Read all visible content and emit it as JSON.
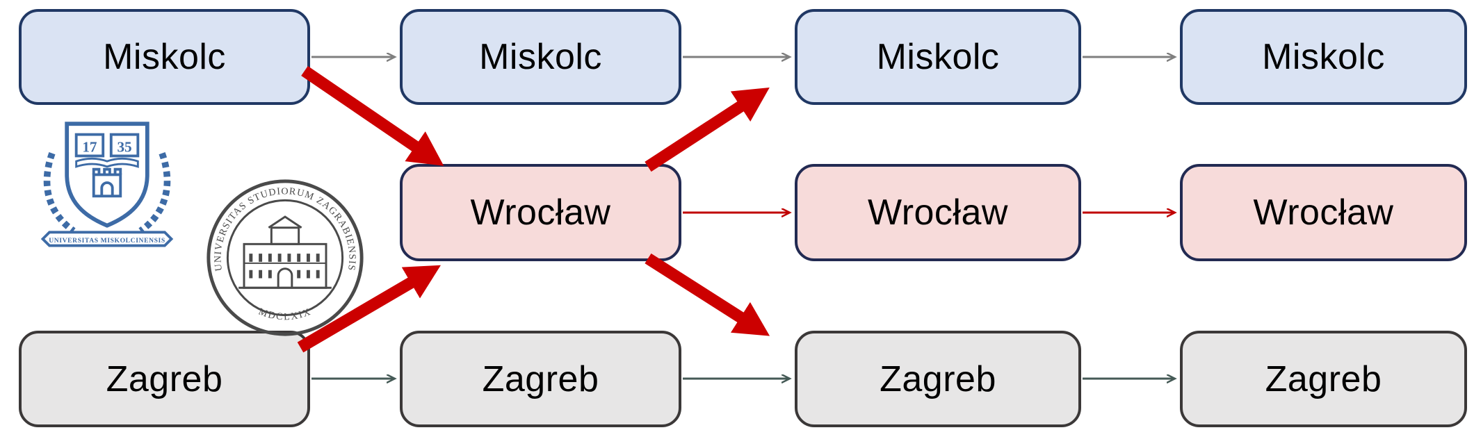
{
  "colors": {
    "miskolc_fill": "#dae3f3",
    "miskolc_border": "#203864",
    "wroclaw_fill": "#f7dbda",
    "wroclaw_border": "#222a52",
    "zagreb_fill": "#e7e6e6",
    "zagreb_border": "#3b3838",
    "arrow_gray": "#7f7f7f",
    "arrow_red": "#c00000",
    "arrow_dark": "#455a56",
    "thick_arrow": "#cc0000",
    "miskolc_logo": "#3d6ba6",
    "zagreb_logo": "#4a4a4a",
    "label_color": "#000000"
  },
  "nodes": {
    "miskolc": [
      "Miskolc",
      "Miskolc",
      "Miskolc",
      "Miskolc"
    ],
    "wroclaw": [
      "Wrocław",
      "Wrocław",
      "Wrocław"
    ],
    "zagreb": [
      "Zagreb",
      "Zagreb",
      "Zagreb",
      "Zagreb"
    ]
  },
  "logos": {
    "miskolc": {
      "year_left": "17",
      "year_right": "35",
      "banner": "UNIVERSITAS MISKOLCINENSIS"
    },
    "zagreb": {
      "ring_text": "UNIVERSITAS STUDIORUM ZAGRABIENSIS",
      "bottom_text": "MDCLXIX"
    }
  }
}
